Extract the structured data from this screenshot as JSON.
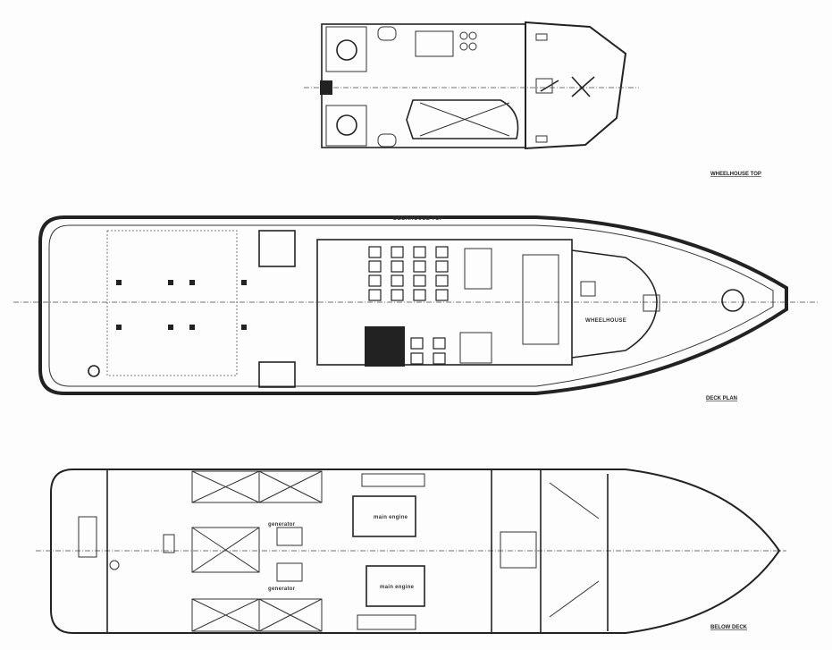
{
  "views": {
    "wheelhouse_top": {
      "title": "WHEELHOUSE TOP"
    },
    "deck_plan": {
      "title": "DECK PLAN",
      "deckhouse_label": "DECKHOUSE TOP",
      "wheelhouse_label": "WHEELHOUSE"
    },
    "below_deck": {
      "title": "BELOW DECK",
      "engine_1": "main engine",
      "engine_2": "main engine",
      "generator_1": "generator",
      "generator_2": "generator"
    }
  },
  "colors": {
    "ink": "#222222",
    "paper": "#fdfdfd"
  }
}
